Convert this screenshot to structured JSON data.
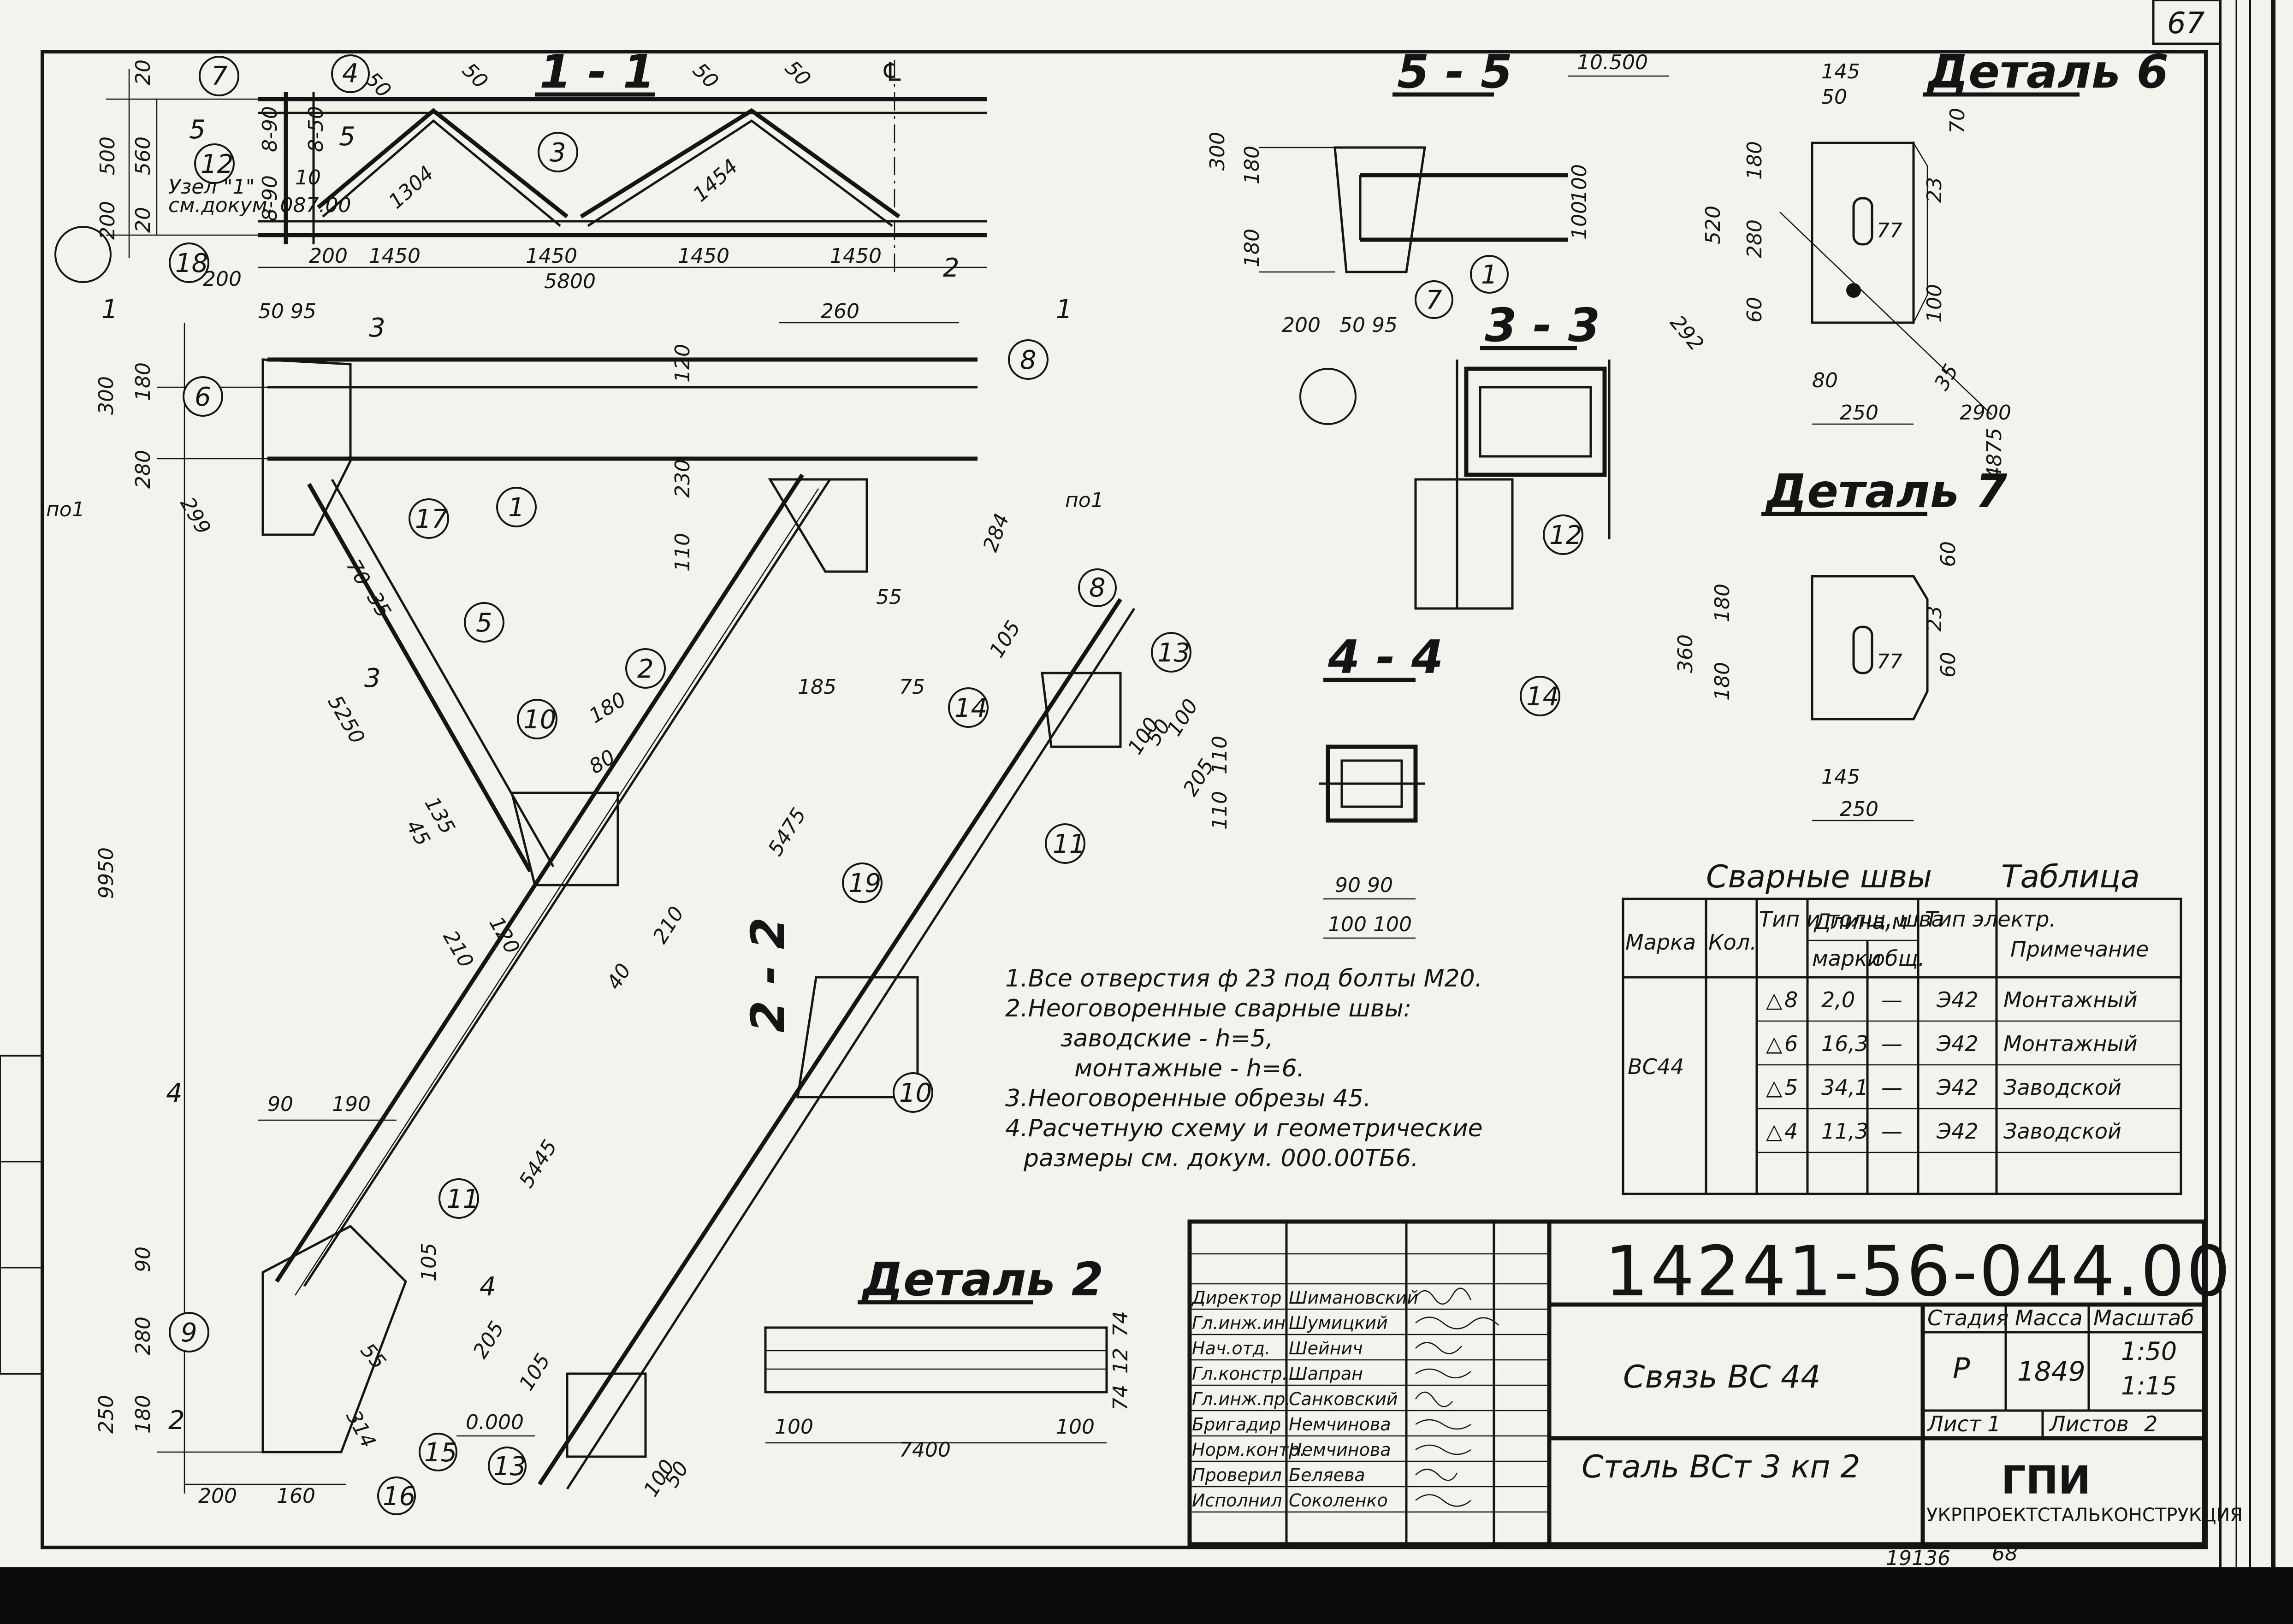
{
  "sheet": {
    "page_number": "67",
    "footer_left": "19136",
    "footer_right": "68"
  },
  "sections": {
    "s11": "1 - 1",
    "s22": "2 - 2",
    "s33": "3 - 3",
    "s44": "4 - 4",
    "s55": "5 - 5",
    "detail2": "Деталь 2",
    "detail6": "Деталь 6",
    "detail7": "Деталь 7",
    "cut_1a": "1",
    "cut_1b": "1",
    "cut_2": "2",
    "cut_2b": "2",
    "cut_3": "3",
    "cut_3b": "3",
    "cut_4": "4",
    "cut_4b": "4",
    "cut_5": "5",
    "cut_5b": "5",
    "po1_left": "по1",
    "po1_right": "по1"
  },
  "marks": {
    "m1": "1",
    "m2": "2",
    "m3": "3",
    "m4": "4",
    "m5": "5",
    "m6": "6",
    "m7": "7",
    "m8": "8",
    "m9": "9",
    "m10": "10",
    "m11": "11",
    "m12": "12",
    "m13": "13",
    "m14": "14",
    "m15": "15",
    "m16": "16",
    "m17": "17",
    "m18": "18",
    "m19": "19"
  },
  "dimensions": {
    "d500": "500",
    "d560": "560",
    "d200": "200",
    "d20": "20",
    "d20b": "20",
    "d200b": "200",
    "d1450a": "1450",
    "d1450b": "1450",
    "d1450c": "1450",
    "d1450d": "1450",
    "d5800": "5800",
    "d1304": "1304",
    "d1454": "1454",
    "d50a": "50",
    "d50b": "50",
    "d50c": "50",
    "d50d": "50",
    "d8_90a": "8-90",
    "d8_50": "8-50",
    "d8_90b": "8-90",
    "d10": "10",
    "node": "Узел \"1\"",
    "node_ref": "см.докум. 087.00",
    "d5095": "50 95",
    "d260": "260",
    "d300": "300",
    "d180a": "180",
    "d280a": "280",
    "d120": "120",
    "d230": "230",
    "d110": "110",
    "d299": "299",
    "d70": "70",
    "d35": "35",
    "d5250": "5250",
    "d9950": "9950",
    "d5475": "5475",
    "d185": "185",
    "d75": "75",
    "d55": "55",
    "d284": "284",
    "d180b": "180",
    "d80": "80",
    "d135": "135",
    "d45": "45",
    "d210a": "210",
    "d120b": "120",
    "d210b": "210",
    "d40": "40",
    "d5445": "5445",
    "d90": "90",
    "d190": "190",
    "d105": "105",
    "d55b": "55",
    "d314": "314",
    "d205": "205",
    "d105b": "105",
    "d90b": "90",
    "d280b": "280",
    "d250": "250",
    "d180c": "180",
    "d200c": "200",
    "d160": "160",
    "d0000": "0.000",
    "d105c": "105",
    "d100a": "100",
    "d50e": "50",
    "d100b": "100",
    "d100c": "100",
    "d50f": "50",
    "d205b": "205",
    "d10500": "10.500",
    "d300b": "300",
    "d180d": "180",
    "d180e": "180",
    "d100d": "100",
    "d100e": "100",
    "d200d": "200",
    "d5095b": "50 95",
    "d110a": "110",
    "d110b": "110",
    "d9090": "90 90",
    "d100100": "100 100",
    "d145": "145",
    "d50g": "50",
    "d70b": "70",
    "d180f": "180",
    "d520": "520",
    "d280c": "280",
    "d60": "60",
    "d23": "23",
    "d77": "77",
    "d100f": "100",
    "d292": "292",
    "d80b": "80",
    "d250b": "250",
    "d35b": "35",
    "d2900": "2900",
    "d4875": "4875",
    "d360": "360",
    "d180g": "180",
    "d180h": "180",
    "d60b": "60",
    "d60c": "60",
    "d23b": "23",
    "d77b": "77",
    "d145b": "145",
    "d250c": "250",
    "d7400": "7400",
    "d100g": "100",
    "d100h": "100",
    "d74a": "74",
    "d12": "12",
    "d74b": "74"
  },
  "notes": [
    "1.Все отверстия ф 23 под болты М20.",
    "2.Неоговоренные сварные швы:",
    "заводские      - h=5,",
    "монтажные - h=6.",
    "3.Неоговоренные обрезы 45.",
    "4.Расчетную схему и геометрические",
    "размеры см. докум. 000.00ТБ6."
  ],
  "weld_table": {
    "title_left": "Сварные швы",
    "title_right": "Таблица",
    "headers": {
      "mark": "Марка",
      "qty": "Кол.",
      "type": "Тип и толщ. шва",
      "length": "Длина,м",
      "len_mark": "марки",
      "len_total": "общ.",
      "electrode": "Тип электр.",
      "remark": "Примечание"
    },
    "mark": "ВС44",
    "rows": [
      {
        "type": "8",
        "len": "2,0",
        "total": "—",
        "el": "Э42",
        "remark": "Монтажный"
      },
      {
        "type": "6",
        "len": "16,3",
        "total": "—",
        "el": "Э42",
        "remark": "Монтажный"
      },
      {
        "type": "5",
        "len": "34,1",
        "total": "—",
        "el": "Э42",
        "remark": "Заводской"
      },
      {
        "type": "4",
        "len": "11,3",
        "total": "—",
        "el": "Э42",
        "remark": "Заводской"
      }
    ]
  },
  "title_block": {
    "doc_number": "14241-56-044.00",
    "name": "Связь ВС 44",
    "material": "Сталь ВСт 3 кп 2",
    "stage_label": "Стадия",
    "mass_label": "Масса",
    "scale_label": "Масштаб",
    "stage": "Р",
    "mass": "1849",
    "scale1": "1:50",
    "scale2": "1:15",
    "sheet_label": "Лист",
    "sheet": "1",
    "sheets_label": "Листов",
    "sheets": "2",
    "org1": "ГПИ",
    "org2": "УКРПРОЕКТСТАЛЬКОНСТРУКЦИЯ",
    "signatures": [
      {
        "role": "Директор",
        "name": "Шимановский"
      },
      {
        "role": "Гл.инж.ин",
        "name": "Шумицкий"
      },
      {
        "role": "Нач.отд.",
        "name": "Шейнич"
      },
      {
        "role": "Гл.констр.",
        "name": "Шапран"
      },
      {
        "role": "Гл.инж.пр.",
        "name": "Санковский"
      },
      {
        "role": "Бригадир",
        "name": "Немчинова"
      },
      {
        "role": "Норм.контр.",
        "name": "Немчинова"
      },
      {
        "role": "Проверил",
        "name": "Беляева"
      },
      {
        "role": "Исполнил",
        "name": "Соколенко"
      }
    ]
  }
}
